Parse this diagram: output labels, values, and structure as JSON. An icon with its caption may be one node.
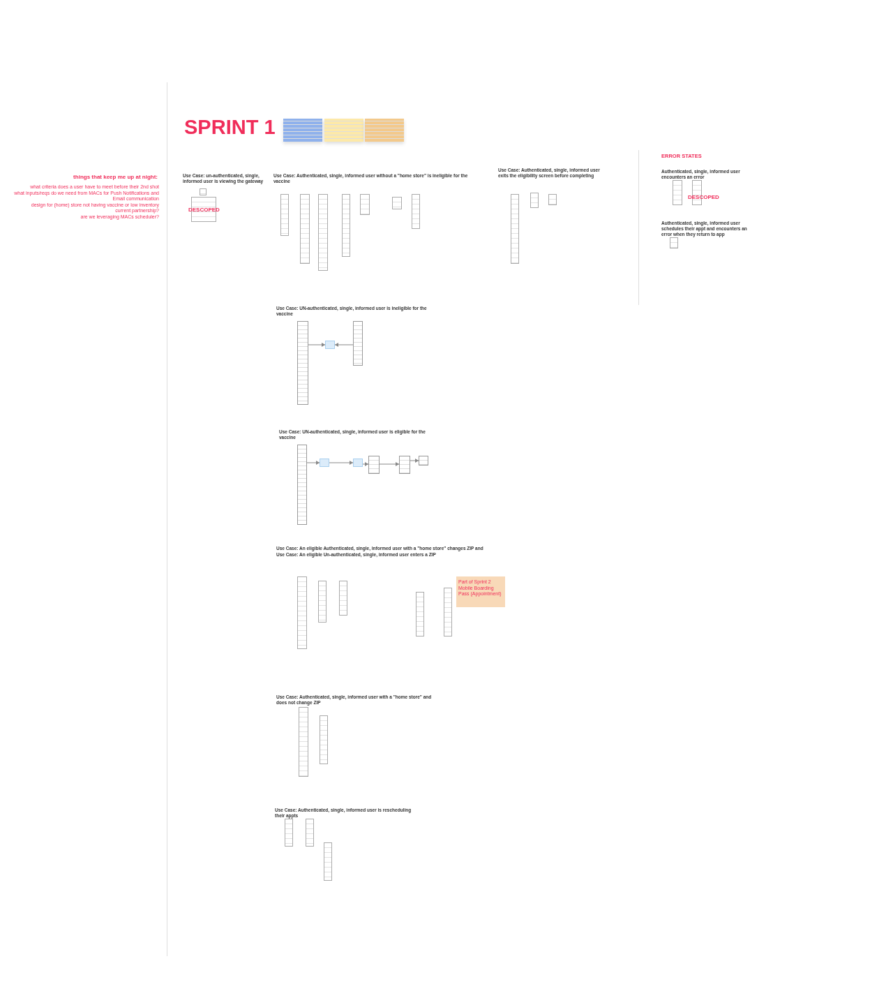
{
  "diagram": {
    "title": "SPRINT 1",
    "nodes": [
      {
        "text": [
          "Use Case: un-authenticated, single, informed user is viewing the gateway"
        ]
      },
      {
        "text": [
          "Use Case: Authenticated, single, informed user without a \"home store\" is ineligible for the vaccine"
        ]
      },
      {
        "text": [
          "Use Case: Authenticated, single, informed user exits the eligibility screen before completing"
        ]
      },
      {
        "text": [
          "ERROR STATES"
        ]
      },
      {
        "text": [
          "Authenticated, single, informed user encounters an error"
        ],
        "in": 3
      },
      {
        "text": [
          "Authenticated, single, informed user schedules their appt and encounters an error when they return to app"
        ],
        "in": 3
      },
      {
        "text": [
          "Use Case: UN-authenticated, single, informed user is ineligible for the vaccine"
        ]
      },
      {
        "text": [],
        "shape": "picture",
        "in": 6
      },
      {
        "text": [],
        "shape": "box",
        "in": 6
      },
      {
        "text": [],
        "shape": "picture",
        "in": 6
      },
      {
        "text": [
          "Use Case: UN-authenticated, single, informed user is eligible for the vaccine"
        ]
      },
      {
        "text": [],
        "shape": "picture",
        "in": 10
      },
      {
        "text": [],
        "shape": "box",
        "in": 10
      },
      {
        "text": [],
        "shape": "box",
        "in": 10
      },
      {
        "text": [],
        "shape": "picture",
        "in": 10
      },
      {
        "text": [],
        "shape": "picture",
        "in": 10
      },
      {
        "text": [],
        "shape": "picture",
        "in": 10
      },
      {
        "text": [
          "Use Case: An eligible Authenticated, single, informed user with a \"home store\" changes ZIP and",
          "Use Case: An eligible Un-authenticated, single, informed user enters a ZIP"
        ]
      },
      {
        "text": [
          "Use Case: Authenticated, single, informed user with a \"home store\" and does not change ZIP"
        ]
      },
      {
        "text": [
          "Use Case: Authenticated, single, informed user is rescheduling their appts"
        ]
      }
    ],
    "edges": [
      {
        "from": 7,
        "to": 8,
        "arrow": "to"
      },
      {
        "from": 9,
        "to": 8,
        "arrow": "to"
      },
      {
        "from": 11,
        "to": 12,
        "arrow": "to"
      },
      {
        "from": 12,
        "to": 13,
        "arrow": "to"
      },
      {
        "from": 13,
        "to": 14,
        "arrow": "to"
      },
      {
        "from": 14,
        "to": 15,
        "arrow": "to"
      },
      {
        "from": 15,
        "to": 16,
        "arrow": "to"
      }
    ],
    "labels": [
      "things that keep me up at night:",
      "what criteria does a user have to meet before their 2nd shot",
      "what inputs/reqs do we need from MACs for Push Notifications and Email communication",
      "design for (home) store not having vaccine or low inventory",
      "current partnership?",
      "are we leveraging MACs scheduler?",
      "DESCOPED",
      "DESCOPED",
      "Part of Sprint 2 Mobile Boarding Pass (Appointment)"
    ]
  }
}
